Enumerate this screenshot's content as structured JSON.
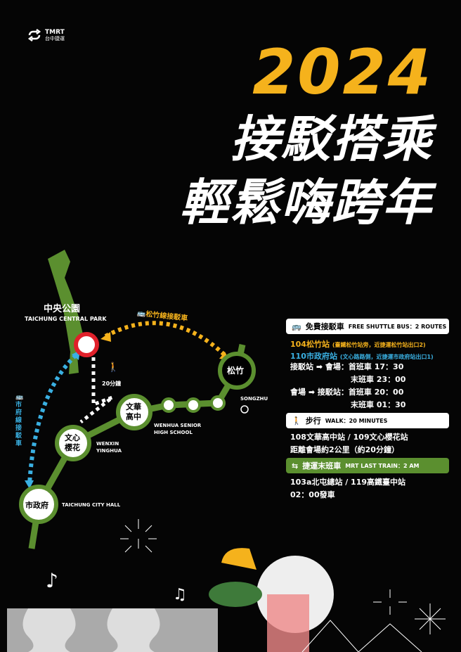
{
  "logo": {
    "brand": "TMRT",
    "name": "台中捷運"
  },
  "header": {
    "year": "2024",
    "title_line1": "接駁搭乘",
    "title_line2": "輕鬆嗨跨年"
  },
  "map": {
    "park_zh": "中央公園",
    "park_en": "TAICHUNG CENTRAL PARK",
    "songzhu_bus": "松竹線接駁車",
    "cityhall_bus": "市府線接駁車",
    "walk_time": "20分鐘",
    "stations": {
      "songzhu_zh": "松竹",
      "songzhu_en": "SONGZHU",
      "wenhua_zh1": "文華",
      "wenhua_zh2": "高中",
      "wenhua_en1": "WENHUA SENIOR",
      "wenhua_en2": "HIGH SCHOOL",
      "wenxin_zh1": "文心",
      "wenxin_zh2": "櫻花",
      "wenxin_en1": "WENXIN",
      "wenxin_en2": "YINGHUA",
      "cityhall_zh": "市政府",
      "cityhall_en": "TAICHUNG CITY HALL"
    }
  },
  "shuttle": {
    "title_zh": "免費接駁車",
    "title_en": "FREE SHUTTLE BUS：2  ROUTES",
    "route1": "104松竹站",
    "route1_note": "(臺鐵松竹站旁，近捷運松竹站出口2)",
    "route2": "110市政府站",
    "route2_note": "(文心路路側，近捷運市政府站出口1)",
    "to_venue": "接駁站 ➡ 會場：",
    "to_station": "會場 ➡ 接駁站：",
    "first": "首班車",
    "last": "末班車",
    "times": [
      "17：30",
      "23：00",
      "20：00",
      "01：30"
    ]
  },
  "walk": {
    "title_zh": "步行",
    "title_en": "WALK：20 MINUTES",
    "line1": "108文華高中站 / 109文心櫻花站",
    "line2": "距離會場約2公里（約20分鐘）"
  },
  "mrt": {
    "title_zh": "捷運末班車",
    "title_en": "MRT LAST TRAIN：2 AM",
    "line1": "103a北屯總站 / 119高鐵臺中站",
    "line2": "02：00發車"
  },
  "colors": {
    "yellow": "#f5b21c",
    "green": "#5b8f2f",
    "blue": "#3ab0e2",
    "red": "#e0202a"
  }
}
